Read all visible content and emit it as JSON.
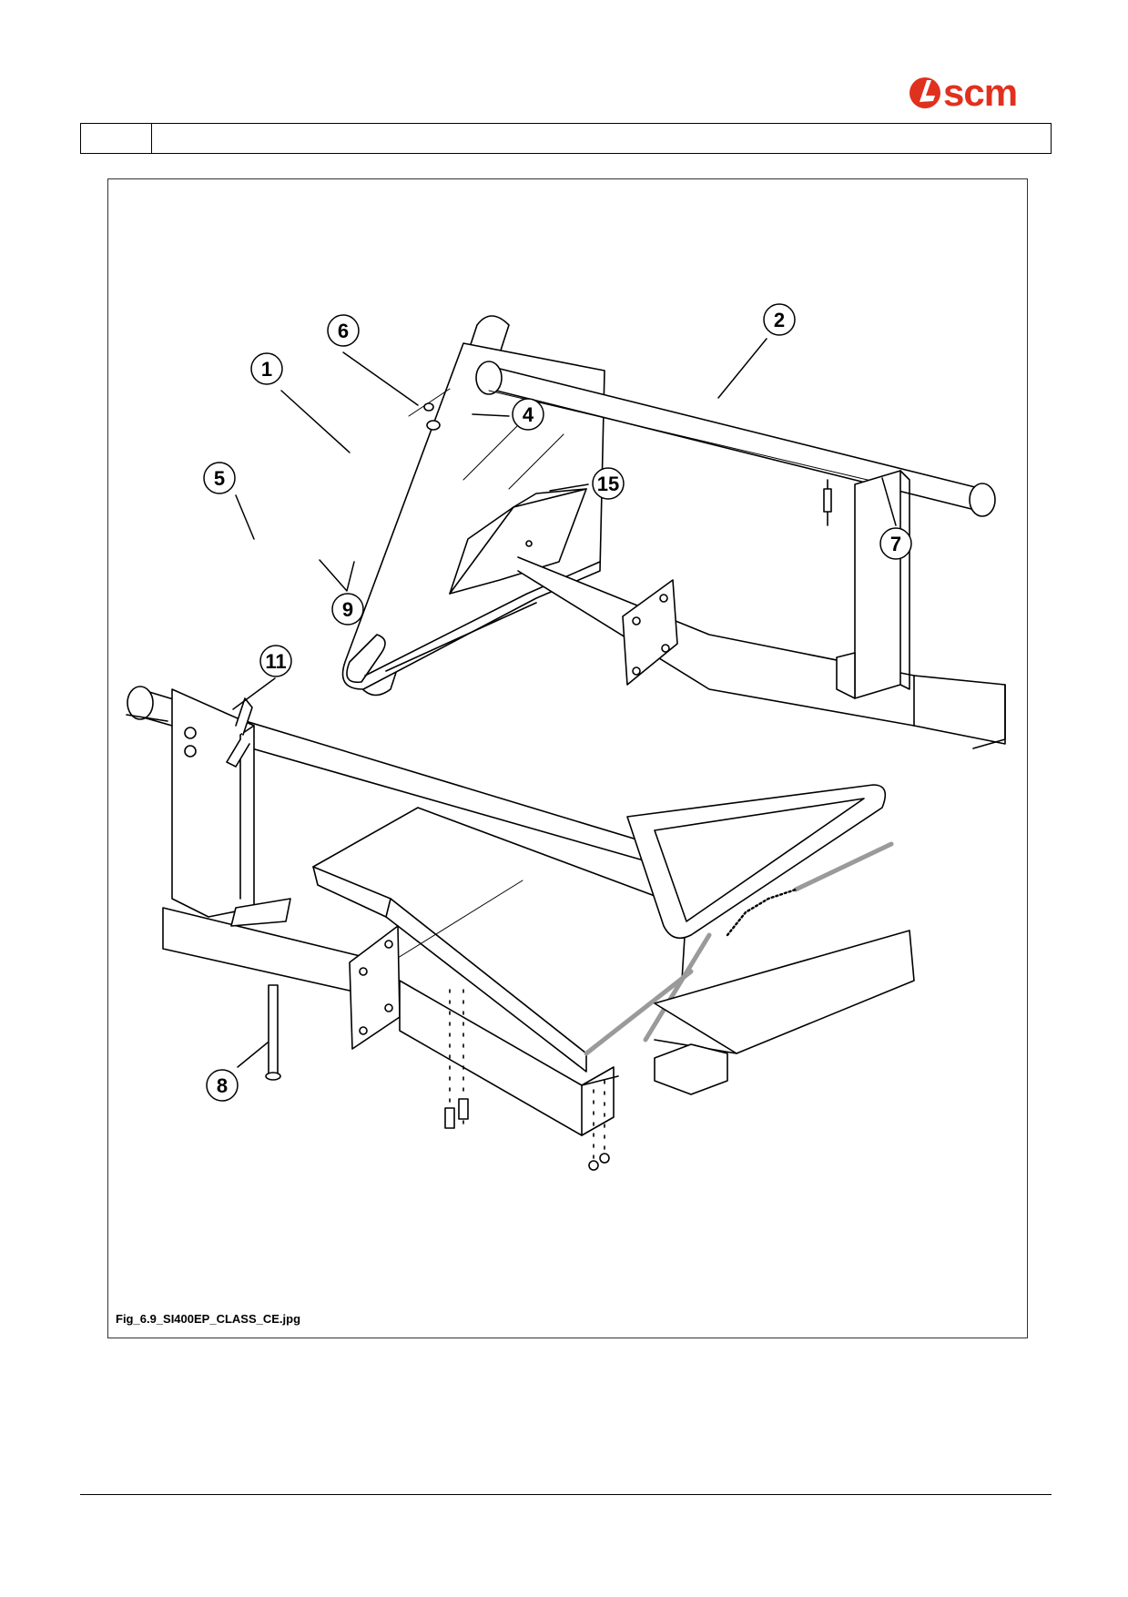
{
  "header": {
    "logo": {
      "text": "scm",
      "color": "#e0311e",
      "icon": "scm-logo-icon"
    },
    "section_code": "",
    "section_title": ""
  },
  "figure": {
    "caption": "Fig_6.9_SI400EP_CLASS_CE.jpg",
    "callouts": [
      {
        "label": "1"
      },
      {
        "label": "2"
      },
      {
        "label": "4"
      },
      {
        "label": "5"
      },
      {
        "label": "6"
      },
      {
        "label": "7"
      },
      {
        "label": "8"
      },
      {
        "label": "9"
      },
      {
        "label": "11"
      },
      {
        "label": "15"
      }
    ]
  }
}
